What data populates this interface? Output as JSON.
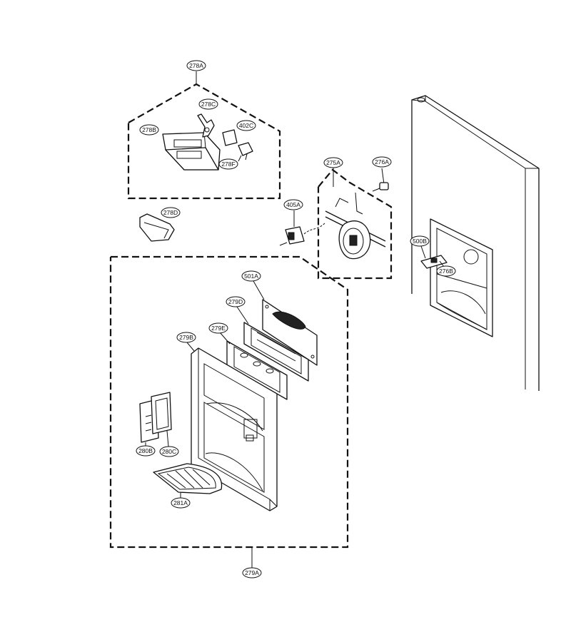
{
  "diagram": {
    "labels": {
      "l278A": "278A",
      "l278B": "278B",
      "l278C": "278C",
      "l278D": "278D",
      "l278F": "278F",
      "l402C": "402C",
      "l275A": "275A",
      "l276A": "276A",
      "l276B": "276B",
      "l405A": "405A",
      "l500B": "500B",
      "l501A": "501A",
      "l279D": "279D",
      "l279E": "279E",
      "l279B": "279B",
      "l280B": "280B",
      "l280C": "280C",
      "l281A": "281A",
      "l279A": "279A"
    }
  }
}
